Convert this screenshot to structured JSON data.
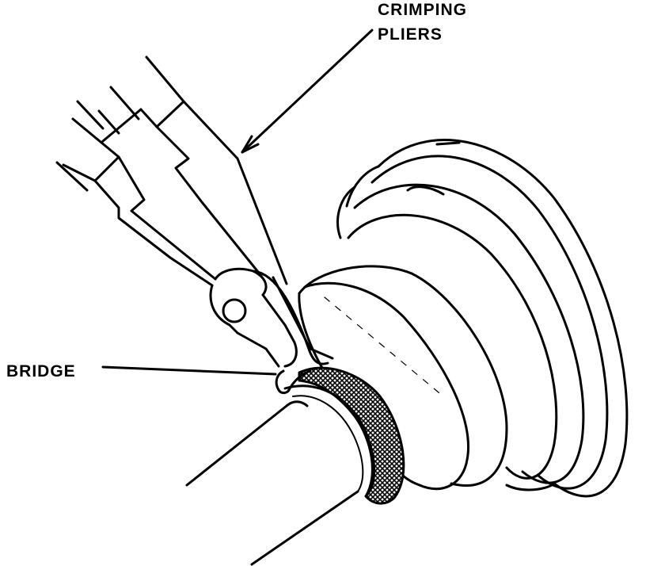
{
  "callouts": {
    "crimping_pliers": {
      "line1": "CRIMPING",
      "line2": "PLIERS"
    },
    "bridge": "BRIDGE"
  },
  "colors": {
    "ink": "#000000",
    "paper": "#ffffff"
  }
}
